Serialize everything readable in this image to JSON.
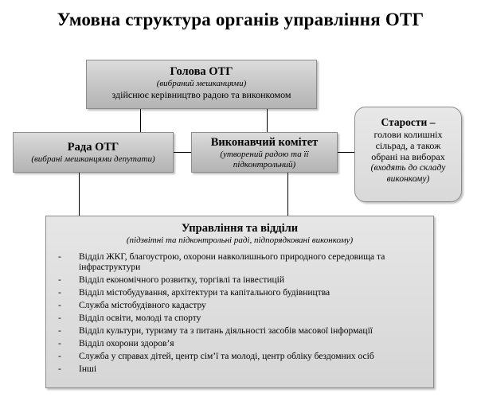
{
  "title": "Умовна структура органів управління ОТГ",
  "head": {
    "name": "Голова ОТГ",
    "note": "(вибраний мешканцями)",
    "desc": "здійснює керівництво радою та виконкомом"
  },
  "rada": {
    "name": "Рада ОТГ",
    "note": "(вибрані мешканцями депутати)"
  },
  "executive": {
    "name": "Виконавчий комітет",
    "note": "(утворений радою та її підконтрольний)"
  },
  "starosty": {
    "name": "Старости –",
    "desc": "голови колишніх сільрад, а також обрані на виборах",
    "note": "(входять до складу виконкому)"
  },
  "departments": {
    "name": "Управління та відділи",
    "note": "(підзвітні та підконтрольні раді, підпорядковані виконкому)",
    "bullet": "-",
    "items": [
      "Відділ ЖКГ, благоустрою, охорони навколишнього природного середовища та інфраструктури",
      "Відділ економічного розвитку, торгівлі та інвестицій",
      "Відділ містобудування, архітектури та капітального будівництва",
      "Служба містобудівного кадастру",
      "Відділ освіти, молоді та спорту",
      "Відділ культури, туризму та з питань діяльності засобів масової інформації",
      "Відділ охорони здоров’я",
      "Служба у справах дітей, центр сім’ї та молоді, центр обліку бездомних осіб",
      "Інші"
    ]
  }
}
